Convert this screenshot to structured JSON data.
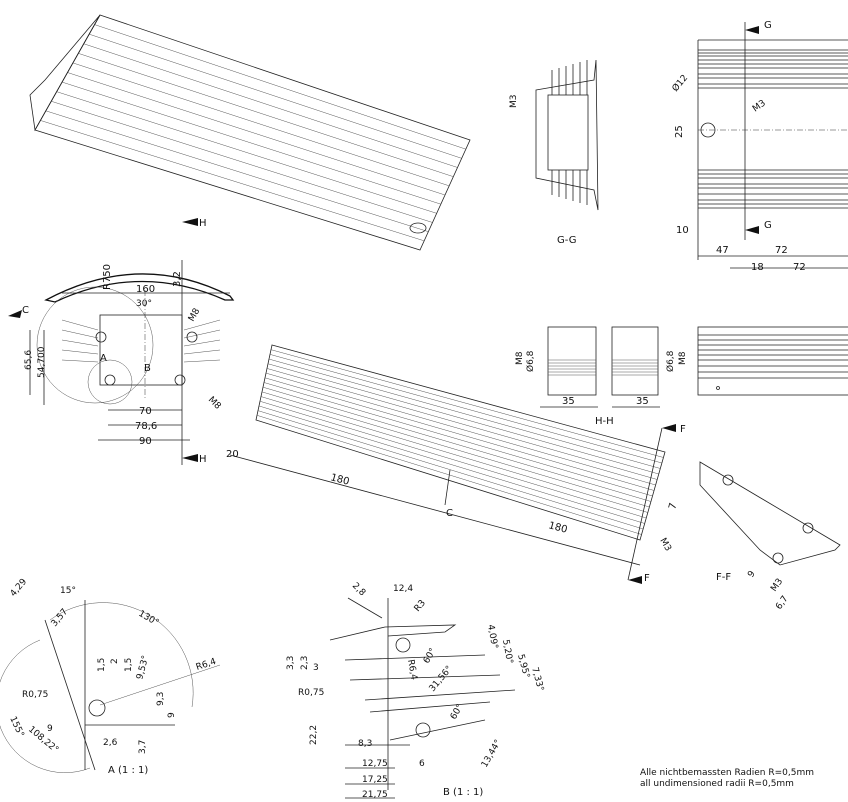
{
  "front_view": {
    "section_h": "H",
    "section_c": "C",
    "r750": "R750",
    "w160": "160",
    "a30": "30°",
    "t32": "3,2",
    "m8_top": "M8",
    "m8_bottom": "M8",
    "h656": "65,6",
    "h54700": "54,700",
    "detail_a": "A",
    "detail_b": "B",
    "w70": "70",
    "w786": "78,6",
    "w90": "90"
  },
  "long_view": {
    "d20": "20",
    "d180a": "180",
    "section_c": "C",
    "d180b": "180",
    "section_f": "F",
    "d7": "7",
    "m3": "M3"
  },
  "section_hh": {
    "m8_left": "M8",
    "dia_left": "Ø6,8",
    "d35_left": "35",
    "d35_right": "35",
    "dia_right": "Ø6,8",
    "m8_right": "M8",
    "title": "H-H"
  },
  "section_gg": {
    "m3": "M3",
    "title": "G-G"
  },
  "top_view": {
    "section_g": "G",
    "dia12": "Ø12",
    "m3": "M3",
    "d25": "25",
    "d10": "10",
    "d47": "47",
    "d72a": "72",
    "d18": "18",
    "d72b": "72"
  },
  "section_ff": {
    "title": "F-F",
    "d9": "9",
    "d67": "6,7",
    "m3": "M3"
  },
  "detail_a": {
    "d429": "4,29",
    "a15": "15°",
    "d357": "3,57",
    "a130": "130°",
    "d15a": "1,5",
    "d2": "2",
    "d15b": "1,5",
    "a953": "9,53°",
    "r64": "R6,4",
    "r075": "R0,75",
    "d93": "9,3",
    "d9a": "9",
    "d9b": "9",
    "a155": "155°",
    "a10822": "108,22°",
    "d26": "2,6",
    "d37": "3,7",
    "title": "A (1 : 1)"
  },
  "detail_b": {
    "d28": "2,8",
    "d124": "12,4",
    "r3": "R3",
    "d33": "3,3",
    "d23": "2,3",
    "d3": "3",
    "r64": "R6,4",
    "a60a": "60°",
    "a3156": "31,56°",
    "a409": "4,09°",
    "a520": "5,20°",
    "a595": "5,95°",
    "a733": "7,33°",
    "r075": "R0,75",
    "a60b": "60°",
    "d222": "22,2",
    "d83": "8,3",
    "a1344": "13,44°",
    "d1275": "12,75",
    "d6": "6",
    "d1725": "17,25",
    "d2175": "21,75",
    "title": "B (1 : 1)"
  },
  "notes": {
    "line_de": "Alle nichtbemassten Radien R=0,5mm",
    "line_en": "all undimensioned radii R=0,5mm"
  }
}
